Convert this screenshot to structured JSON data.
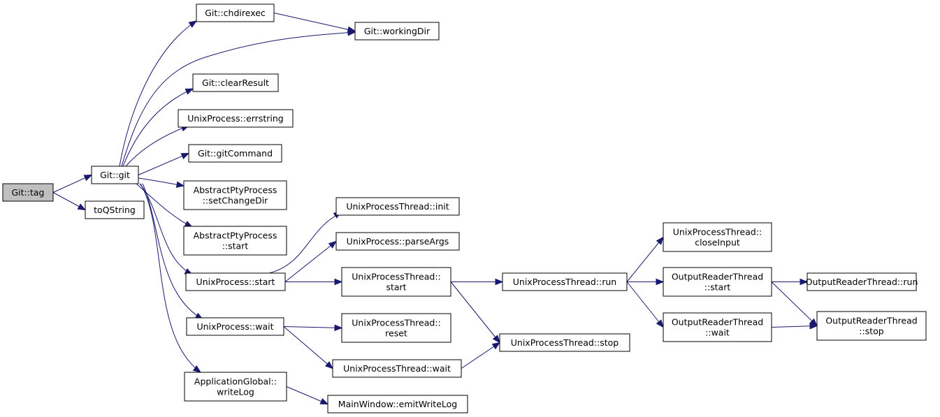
{
  "graph": {
    "nodes": {
      "tag": [
        "Git::tag"
      ],
      "git": [
        "Git::git"
      ],
      "toqstring": [
        "toQString"
      ],
      "chdirexec": [
        "Git::chdirexec"
      ],
      "workingdir": [
        "Git::workingDir"
      ],
      "clearresult": [
        "Git::clearResult"
      ],
      "errstring": [
        "UnixProcess::errstring"
      ],
      "gitcommand": [
        "Git::gitCommand"
      ],
      "setchangedir": [
        "AbstractPtyProcess",
        "::setChangeDir"
      ],
      "apstart": [
        "AbstractPtyProcess",
        "::start"
      ],
      "upstart": [
        "UnixProcess::start"
      ],
      "upwait": [
        "UnixProcess::wait"
      ],
      "writelog": [
        "ApplicationGlobal::",
        "writeLog"
      ],
      "emitwritelog": [
        "MainWindow::emitWriteLog"
      ],
      "uptinit": [
        "UnixProcessThread::init"
      ],
      "parseargs": [
        "UnixProcess::parseArgs"
      ],
      "uptstart": [
        "UnixProcessThread::",
        "start"
      ],
      "uptreset": [
        "UnixProcessThread::",
        "reset"
      ],
      "uptwait": [
        "UnixProcessThread::wait"
      ],
      "uptrun": [
        "UnixProcessThread::run"
      ],
      "uptstop": [
        "UnixProcessThread::stop"
      ],
      "closeinput": [
        "UnixProcessThread::",
        "closeInput"
      ],
      "ortstart": [
        "OutputReaderThread",
        "::start"
      ],
      "ortwait": [
        "OutputReaderThread",
        "::wait"
      ],
      "ortrun": [
        "OutputReaderThread::run"
      ],
      "ortstop": [
        "OutputReaderThread",
        "::stop"
      ]
    },
    "edges": [
      [
        "tag",
        "git"
      ],
      [
        "tag",
        "toqstring"
      ],
      [
        "git",
        "chdirexec"
      ],
      [
        "git",
        "workingdir"
      ],
      [
        "chdirexec",
        "workingdir"
      ],
      [
        "git",
        "clearresult"
      ],
      [
        "git",
        "errstring"
      ],
      [
        "git",
        "gitcommand"
      ],
      [
        "git",
        "setchangedir"
      ],
      [
        "git",
        "apstart"
      ],
      [
        "git",
        "upstart"
      ],
      [
        "git",
        "upwait"
      ],
      [
        "git",
        "writelog"
      ],
      [
        "upstart",
        "uptinit"
      ],
      [
        "upstart",
        "parseargs"
      ],
      [
        "upstart",
        "uptstart"
      ],
      [
        "upwait",
        "uptreset"
      ],
      [
        "upwait",
        "uptwait"
      ],
      [
        "uptstart",
        "uptrun"
      ],
      [
        "uptstart",
        "uptstop"
      ],
      [
        "uptwait",
        "uptstop"
      ],
      [
        "uptrun",
        "closeinput"
      ],
      [
        "uptrun",
        "ortstart"
      ],
      [
        "uptrun",
        "ortwait"
      ],
      [
        "ortstart",
        "ortrun"
      ],
      [
        "ortstart",
        "ortstop"
      ],
      [
        "ortwait",
        "ortstop"
      ],
      [
        "writelog",
        "emitwritelog"
      ]
    ],
    "colors": {
      "edge": "#191970",
      "root_fill": "#bfbfbf",
      "node_fill": "#ffffff",
      "node_stroke": "#000000"
    }
  }
}
